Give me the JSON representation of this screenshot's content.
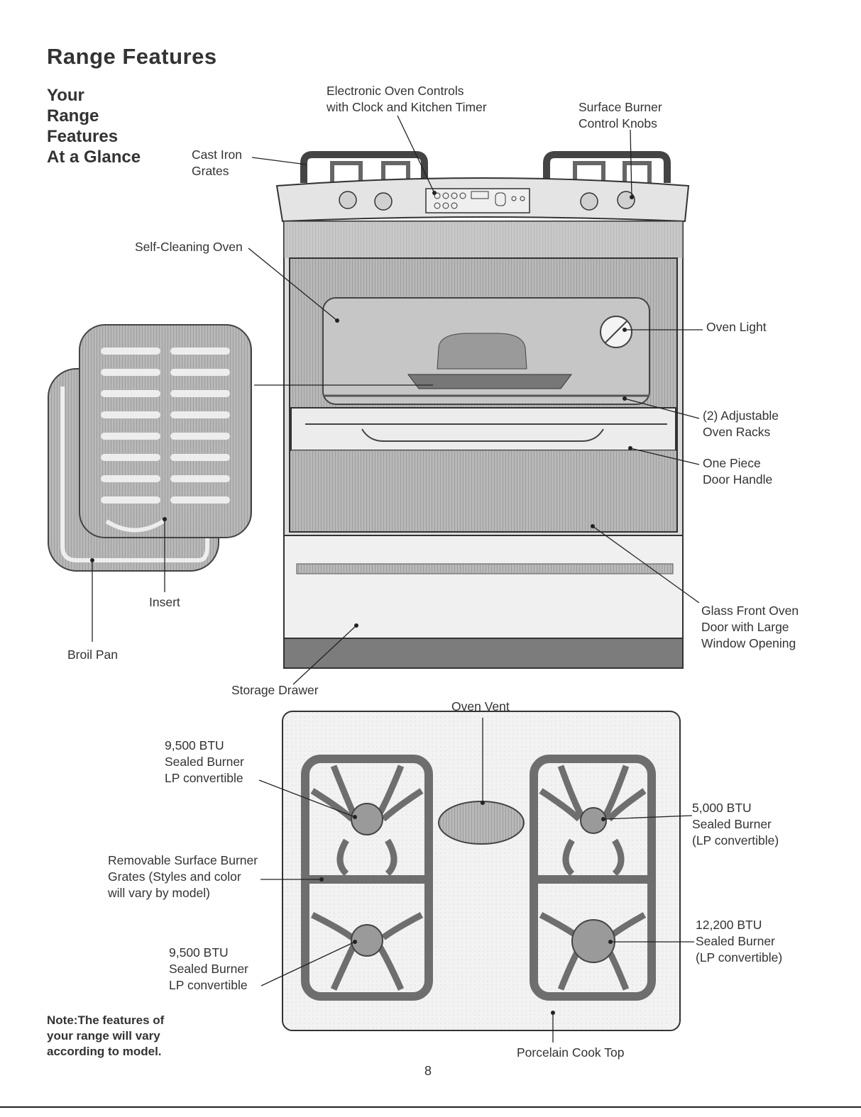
{
  "page": {
    "title": "Range Features",
    "subheading": [
      "Your",
      "Range",
      "Features",
      "At a Glance"
    ],
    "note": [
      "Note:The features of",
      "your range will vary",
      "according to model."
    ],
    "page_number": "8"
  },
  "labels": {
    "electronic_controls": [
      "Electronic Oven Controls",
      "with Clock and Kitchen Timer"
    ],
    "surface_burner_knobs": [
      "Surface Burner",
      "Control Knobs"
    ],
    "cast_iron_grates": [
      "Cast Iron",
      "Grates"
    ],
    "self_cleaning_oven": [
      "Self-Cleaning Oven"
    ],
    "oven_light": [
      "Oven Light"
    ],
    "adjustable_racks": [
      "(2) Adjustable",
      "Oven Racks"
    ],
    "door_handle": [
      "One Piece",
      "Door Handle"
    ],
    "glass_door": [
      "Glass Front Oven",
      "Door with Large",
      "Window Opening"
    ],
    "insert": [
      "Insert"
    ],
    "broil_pan": [
      "Broil Pan"
    ],
    "storage_drawer": [
      "Storage Drawer"
    ],
    "oven_vent": [
      "Oven Vent"
    ],
    "burner_left_rear": [
      "9,500 BTU",
      "Sealed Burner",
      "LP convertible"
    ],
    "removable_grates": [
      "Removable Surface Burner",
      "Grates (Styles and color",
      "will vary by model)"
    ],
    "burner_left_front": [
      "9,500 BTU",
      "Sealed Burner",
      "LP convertible"
    ],
    "burner_right_rear": [
      "5,000 BTU",
      "Sealed Burner",
      "(LP convertible)"
    ],
    "burner_right_front": [
      "12,200 BTU",
      "Sealed Burner",
      "(LP convertible)"
    ],
    "porcelain_cooktop": [
      "Porcelain Cook Top"
    ]
  },
  "colors": {
    "line": "#222222",
    "metal": "#cfcfcf",
    "dark_metal": "#8a8a8a",
    "grate": "#6e6e6e",
    "panel": "#e6e6e6"
  }
}
